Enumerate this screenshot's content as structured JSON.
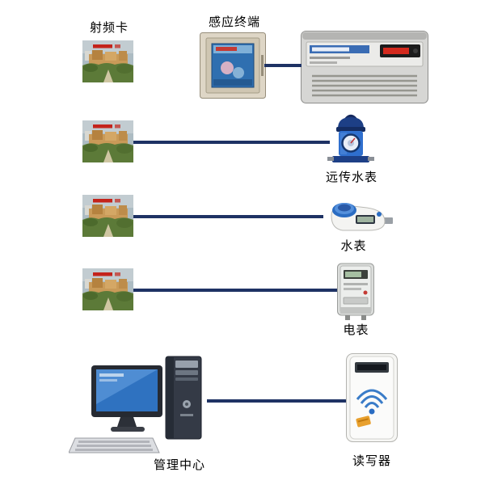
{
  "diagram": {
    "labels": {
      "rfid_card": "射频卡",
      "induction_terminal": "感应终端",
      "remote_water_meter": "远传水表",
      "water_meter": "水表",
      "electric_meter": "电表",
      "management_center": "管理中心",
      "reader_writer": "读写器"
    },
    "colors": {
      "connector_line": "#1e3264",
      "background": "#ffffff"
    },
    "nodes": [
      {
        "id": "rfid-card-1",
        "type": "rfid-card"
      },
      {
        "id": "induction-terminal",
        "type": "terminal"
      },
      {
        "id": "controller-unit",
        "type": "controller"
      },
      {
        "id": "rfid-card-2",
        "type": "rfid-card"
      },
      {
        "id": "remote-water-meter",
        "type": "meter"
      },
      {
        "id": "rfid-card-3",
        "type": "rfid-card"
      },
      {
        "id": "water-meter",
        "type": "meter"
      },
      {
        "id": "rfid-card-4",
        "type": "rfid-card"
      },
      {
        "id": "electric-meter",
        "type": "meter"
      },
      {
        "id": "management-center",
        "type": "computer"
      },
      {
        "id": "reader-writer",
        "type": "reader"
      }
    ],
    "connections": [
      {
        "from": "induction-terminal",
        "to": "controller-unit"
      },
      {
        "from": "rfid-card-2",
        "to": "remote-water-meter"
      },
      {
        "from": "rfid-card-3",
        "to": "water-meter"
      },
      {
        "from": "rfid-card-4",
        "to": "electric-meter"
      },
      {
        "from": "management-center",
        "to": "reader-writer"
      }
    ]
  }
}
